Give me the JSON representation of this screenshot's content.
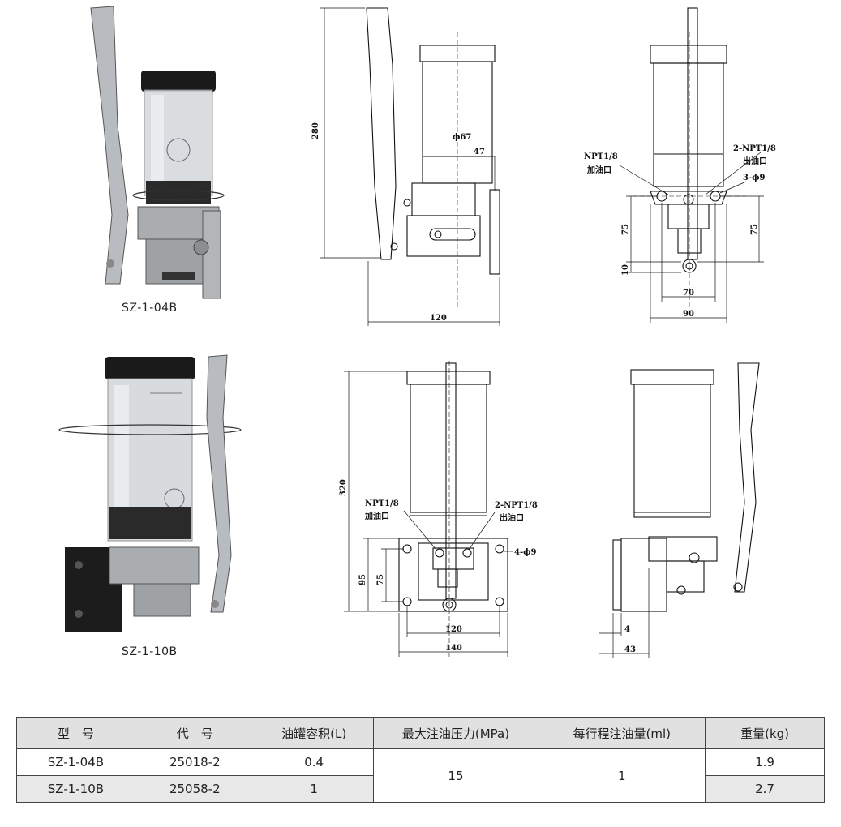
{
  "products": [
    {
      "caption": "SZ-1-04B"
    },
    {
      "caption": "SZ-1-10B"
    }
  ],
  "drawings": {
    "top_side": {
      "height": "280",
      "width": "120",
      "tank_dia": "ϕ67",
      "offset": "47"
    },
    "top_front": {
      "inlet": "NPT1/8",
      "inlet_cn": "加油口",
      "outlet": "2-NPT1/8",
      "outlet_cn": "出油口",
      "holes": "3-ϕ9",
      "h_left": "75",
      "h_right": "75",
      "h_small": "10",
      "w_inner": "70",
      "w_outer": "90"
    },
    "bottom_front": {
      "height": "320",
      "inlet": "NPT1/8",
      "inlet_cn": "加油口",
      "outlet": "2-NPT1/8",
      "outlet_cn": "出油口",
      "holes": "4-ϕ9",
      "h_outer": "95",
      "h_inner": "75",
      "w_inner": "120",
      "w_outer": "140"
    },
    "bottom_side": {
      "d_small": "4",
      "d_large": "43"
    }
  },
  "table": {
    "headers": [
      "型　号",
      "代　号",
      "油罐容积(L)",
      "最大注油压力(MPa)",
      "每行程注油量(ml)",
      "重量(kg)"
    ],
    "rows": [
      {
        "model": "SZ-1-04B",
        "code": "25018-2",
        "volume": "0.4",
        "weight": "1.9"
      },
      {
        "model": "SZ-1-10B",
        "code": "25058-2",
        "volume": "1",
        "weight": "2.7"
      }
    ],
    "pressure": "15",
    "stroke": "1"
  }
}
